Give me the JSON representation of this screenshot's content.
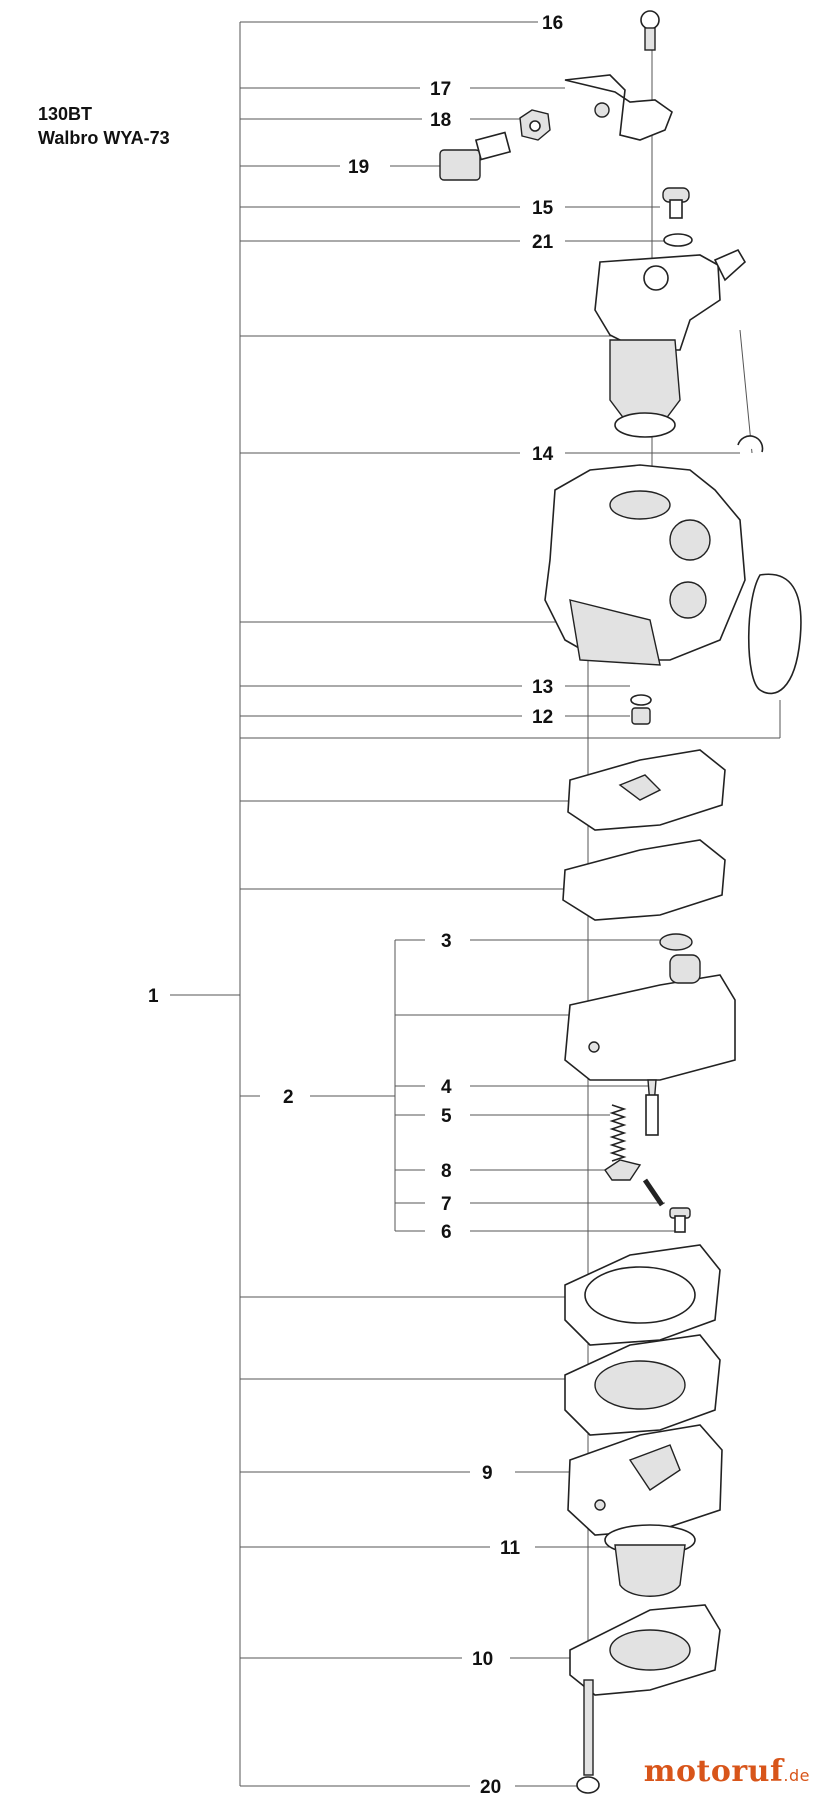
{
  "title": {
    "model": "130BT",
    "carburetor": "Walbro WYA-73"
  },
  "callouts": [
    "16",
    "17",
    "18",
    "19",
    "15",
    "21",
    "14",
    "13",
    "12",
    "3",
    "4",
    "5",
    "8",
    "7",
    "6",
    "9",
    "11",
    "10",
    "20",
    "1",
    "2"
  ],
  "watermark": {
    "brand": "motoruf",
    "suffix": ".de"
  }
}
